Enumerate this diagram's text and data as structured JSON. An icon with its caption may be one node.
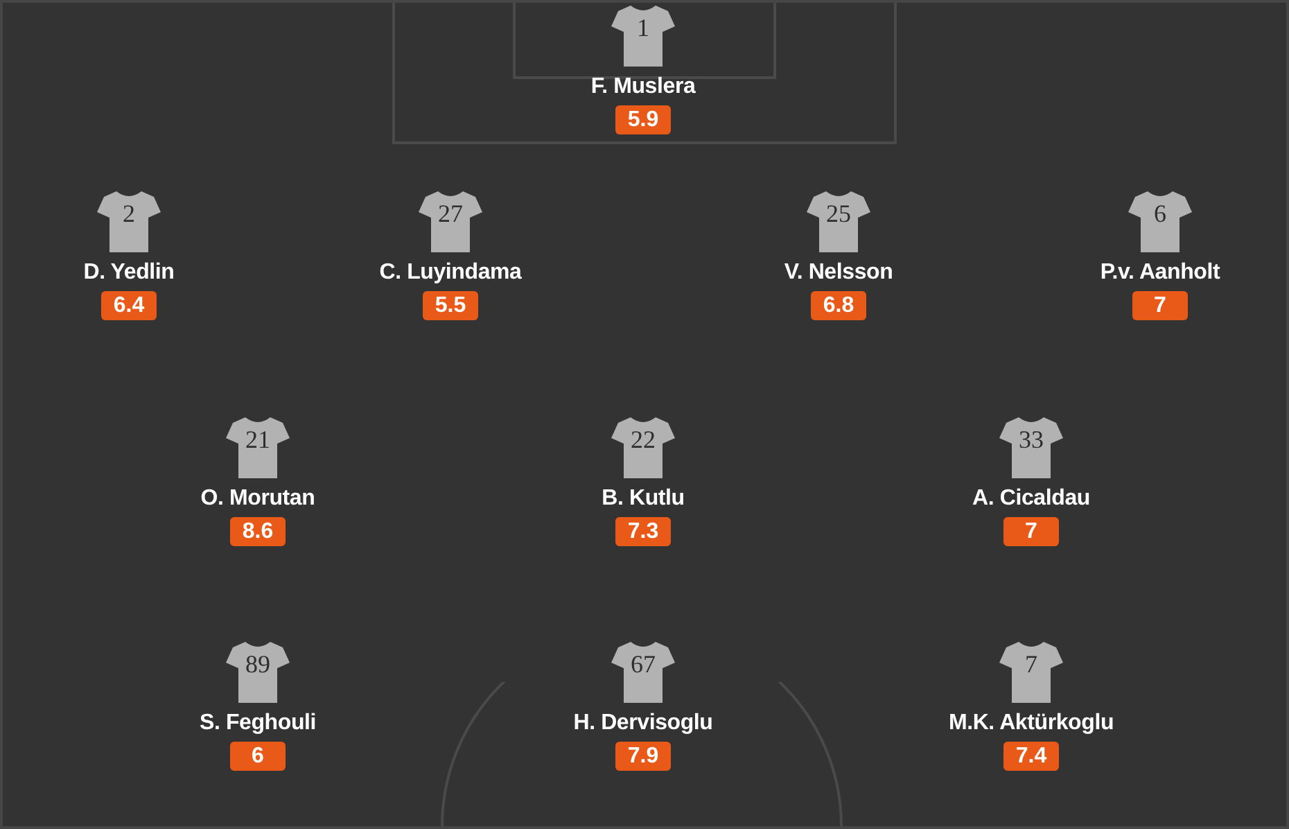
{
  "diagram": {
    "nodes": [
      {
        "text": [
          "1"
        ],
        "beside": [
          "F. Muslera"
        ]
      },
      {
        "text": [
          "5.9"
        ]
      },
      {
        "text": [
          "2"
        ],
        "beside": [
          "D. Yedlin"
        ]
      },
      {
        "text": [
          "6.4"
        ]
      },
      {
        "text": [
          "27"
        ],
        "beside": [
          "C. Luyindama"
        ]
      },
      {
        "text": [
          "5.5"
        ]
      },
      {
        "text": [
          "25"
        ],
        "beside": [
          "V. Nelsson"
        ]
      },
      {
        "text": [
          "6.8"
        ]
      },
      {
        "text": [
          "6"
        ],
        "beside": [
          "P.v. Aanholt"
        ]
      },
      {
        "text": [
          "7"
        ]
      },
      {
        "text": [
          "21"
        ],
        "beside": [
          "O. Morutan"
        ]
      },
      {
        "text": [
          "8.6"
        ]
      },
      {
        "text": [
          "22"
        ],
        "beside": [
          "B. Kutlu"
        ]
      },
      {
        "text": [
          "7.3"
        ]
      },
      {
        "text": [
          "33"
        ],
        "beside": [
          "A. Cicaldau"
        ]
      },
      {
        "text": [
          "7"
        ]
      },
      {
        "text": [
          "89"
        ],
        "beside": [
          "S. Feghouli"
        ]
      },
      {
        "text": [
          "6"
        ]
      },
      {
        "text": [
          "67"
        ],
        "beside": [
          "H. Dervisoglu"
        ]
      },
      {
        "text": [
          "7.9"
        ]
      },
      {
        "text": [
          "7"
        ],
        "beside": [
          "M.K. Aktürkoglu"
        ]
      },
      {
        "text": [
          "7.4"
        ]
      }
    ],
    "edges": []
  }
}
